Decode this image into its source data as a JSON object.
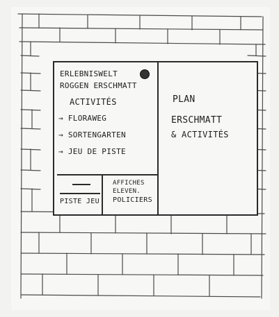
{
  "sign": {
    "header_line1": "ERLEBNISWELT",
    "header_line2": "ROGGEN ERSCHMATT",
    "logo_icon": "round-logo-icon",
    "activities_heading": "ACTIVITÉS",
    "activities": [
      "→ FLORAWEG",
      "→ SORTENGARTEN",
      "→ JEU DE PISTE"
    ],
    "right_panel": {
      "line1": "PLAN",
      "line2": "ERSCHMATT",
      "line3": "& ACTIVITÉS"
    },
    "bottom_left_label": "PISTE JEU",
    "bottom_right": {
      "line1": "AFFICHES",
      "line2": "ELEVEN.",
      "line3": "POLICIERS"
    }
  }
}
